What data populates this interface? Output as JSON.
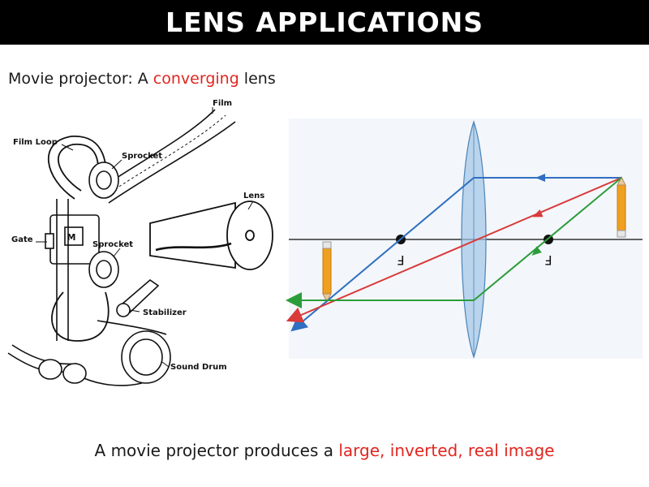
{
  "title": "LENS APPLICATIONS",
  "subtitle": {
    "before": "Movie projector: A ",
    "highlight": "converging",
    "after": " lens"
  },
  "caption": {
    "before": "A movie projector produces a ",
    "highlight": "large, inverted, real image"
  },
  "projector_labels": {
    "film": "Film",
    "film_loop": "Film Loop",
    "sprocket_top": "Sprocket",
    "lens": "Lens",
    "gate": "Gate",
    "sprocket_bottom": "Sprocket",
    "stabilizer": "Stabilizer",
    "sound_drum": "Sound Drum"
  },
  "ray_diagram": {
    "focal_label_left": "F",
    "focal_label_right": "F",
    "ray_colors": {
      "blue": "#2f6fc0",
      "red": "#d93a3a",
      "green": "#2a9d3a"
    }
  },
  "colors": {
    "title_bg": "#000000",
    "title_fg": "#ffffff",
    "accent": "#e0261f"
  }
}
